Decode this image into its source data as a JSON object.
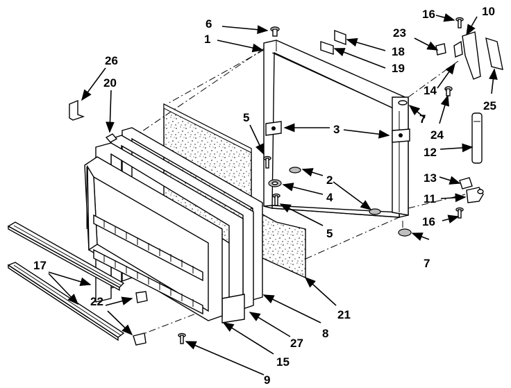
{
  "diagram": {
    "callouts": [
      "1",
      "2",
      "3",
      "4",
      "5",
      "5",
      "5",
      "6",
      "7",
      "7",
      "7",
      "8",
      "9",
      "10",
      "11",
      "12",
      "13",
      "14",
      "15",
      "16",
      "16",
      "17",
      "18",
      "19",
      "20",
      "21",
      "22",
      "23",
      "24",
      "25",
      "26",
      "27"
    ],
    "colors": {
      "ink": "#000000",
      "paper": "#ffffff",
      "speckle": "#000000"
    }
  }
}
